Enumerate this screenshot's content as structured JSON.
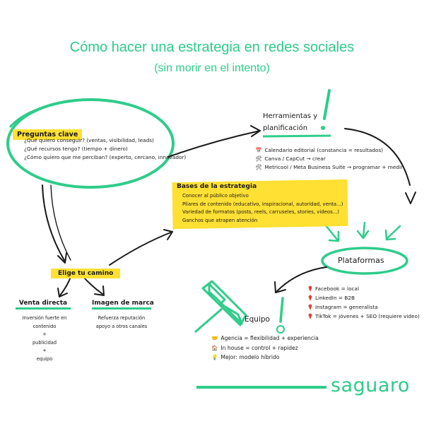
{
  "title": "Cómo hacer una estrategia en redes sociales",
  "subtitle": "(sin morir en el intento)",
  "preguntas": {
    "heading": "Preguntas clave",
    "items": [
      "¿Qué quiero conseguir? (ventas, visibilidad, leads)",
      "¿Qué recursos tengo? (tiempo + dinero)",
      "¿Cómo quiero que me perciban? (experto, cercano, innovador)"
    ]
  },
  "herramientas": {
    "heading_line1": "Herramientas y",
    "heading_line2": "planificación",
    "items": [
      {
        "icon": "calendar-icon",
        "glyph": "📅",
        "text": "Calendario editorial (constancia = resultados)"
      },
      {
        "icon": "tools-icon",
        "glyph": "🛠",
        "text": "Canva / CapCut → crear"
      },
      {
        "icon": "tools-icon",
        "glyph": "🛠",
        "text": "Metricool / Meta Business Suite → programar + medir"
      }
    ]
  },
  "bases": {
    "heading": "Bases de la estrategia",
    "items": [
      "Conocer al público objetivo",
      "Pilares de contenido (educativo, inspiracional, autoridad, venta...)",
      "Variedad de formatos (posts, reels, carruseles, stories, videos...)",
      "Ganchos que atrapen atención"
    ]
  },
  "camino": {
    "heading": "Elige tu camino",
    "venta": {
      "heading": "Venta directa",
      "lines": [
        "Inversión fuerte en",
        "contenido",
        "+",
        "publicidad",
        "+",
        "equipo"
      ]
    },
    "marca": {
      "heading": "Imagen de marca",
      "lines": [
        "Refuerza reputación",
        "apoyo a otros canales"
      ]
    }
  },
  "plataformas": {
    "heading": "Plataformas",
    "items": [
      "Facebook = local",
      "LinkedIn = B2B",
      "Instagram = generalista",
      "TikTok = jóvenes + SEO (requiere video)"
    ]
  },
  "equipo": {
    "heading": "Equipo",
    "items": [
      {
        "icon": "handshake-icon",
        "glyph": "🤝",
        "text": "Agencia = flexibilidad + experiencia"
      },
      {
        "icon": "house-icon",
        "glyph": "🏠",
        "text": "In house = control + rapidez"
      },
      {
        "icon": "lightbulb-icon",
        "glyph": "💡",
        "text": "Mejor: modelo híbrido"
      }
    ]
  },
  "brand": "saguaro",
  "colors": {
    "accent": "#2ecc8a",
    "highlight": "#ffe033",
    "ink": "#1a1a1a",
    "pin": "#e0403a"
  }
}
